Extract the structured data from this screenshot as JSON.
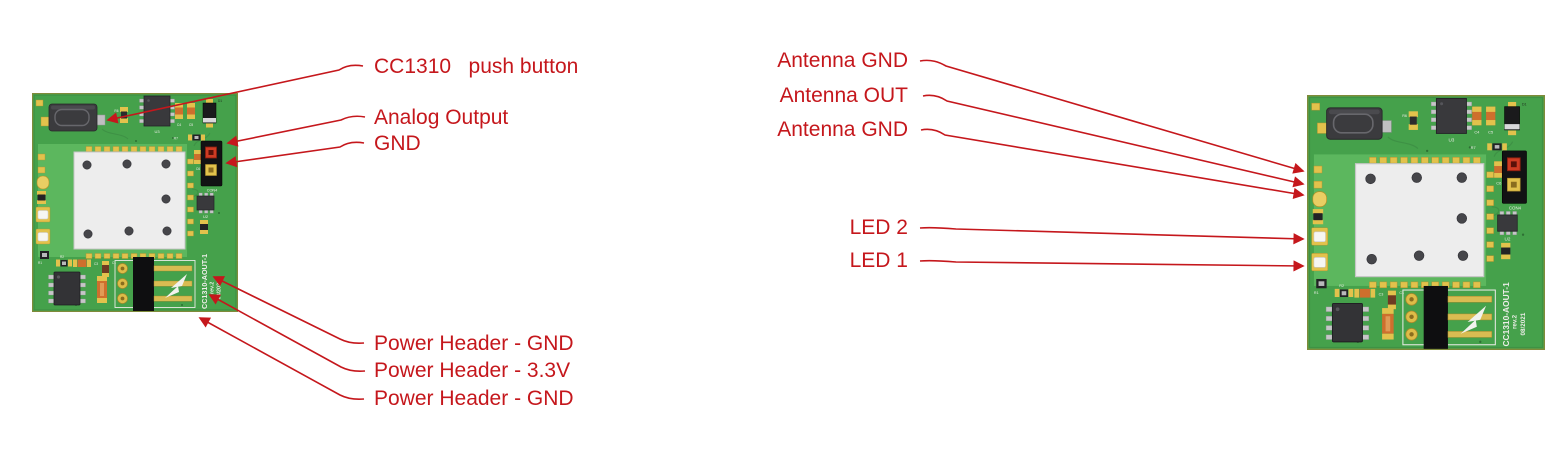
{
  "annotations": {
    "left": {
      "push_button": "CC1310   push button",
      "analog_output": "Analog Output",
      "gnd": "GND",
      "power_gnd_top": "Power Header - GND",
      "power_3v3": "Power Header - 3.3V",
      "power_gnd_bottom": "Power Header - GND"
    },
    "right": {
      "antenna_gnd_top": "Antenna GND",
      "antenna_out": "Antenna OUT",
      "antenna_gnd_bottom": "Antenna GND",
      "led2": "LED 2",
      "led1": "LED 1"
    }
  },
  "board": {
    "silkscreen": {
      "part_number": "CC1310-AOUT-1",
      "revision": "rev.2",
      "date": "08/2021",
      "con": "CON4",
      "u3": "U3",
      "u2": "U2",
      "r6": "R6",
      "r7": "R7",
      "c4": "C4",
      "c5": "C5",
      "c6": "C6",
      "d1": "D1",
      "r1": "R1",
      "r2": "R2",
      "c3": "C3",
      "c1": "C1"
    }
  },
  "colors": {
    "annotation_red": "#C5171C",
    "board_green": "#45A14B",
    "module_green": "#5CB75E",
    "pad_gold": "#E2C24C",
    "module_white": "#EDEDED",
    "silkscreen_white": "#EDEDE8"
  }
}
